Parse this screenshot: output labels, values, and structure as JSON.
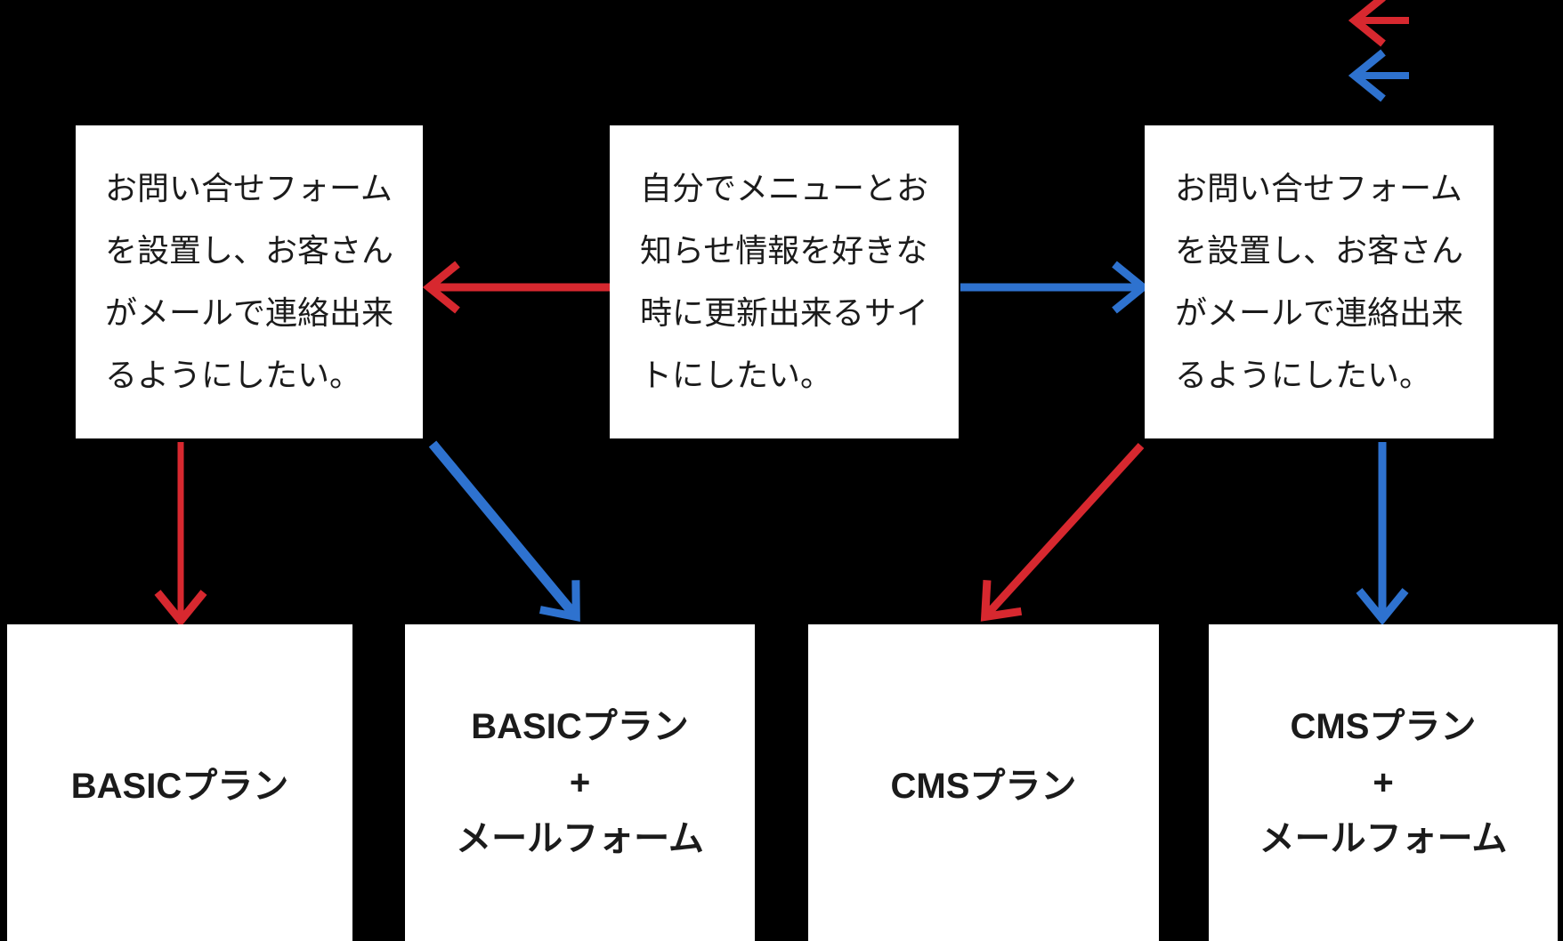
{
  "colors": {
    "background": "#000000",
    "box_fill": "#ffffff",
    "text": "#1b1b1b",
    "red": "#d7282f",
    "blue": "#2e72cf"
  },
  "legend": {
    "red_arrow_icon": "red-left-arrow",
    "blue_arrow_icon": "blue-left-arrow"
  },
  "boxes": {
    "top_left": {
      "lines": [
        "お問い合せフォーム",
        "を設置し、お客さん",
        "がメールで連絡出来",
        "るようにしたい。"
      ]
    },
    "top_center": {
      "lines": [
        "自分でメニューとお",
        "知らせ情報を好きな",
        "時に更新出来るサイ",
        "トにしたい。"
      ]
    },
    "top_right": {
      "lines": [
        "お問い合せフォーム",
        "を設置し、お客さん",
        "がメールで連絡出来",
        "るようにしたい。"
      ]
    },
    "plan_basic": {
      "label": "BASICプラン"
    },
    "plan_basic_mail": {
      "lines": [
        "BASICプラン",
        "+",
        "メールフォーム"
      ]
    },
    "plan_cms": {
      "label": "CMSプラン"
    },
    "plan_cms_mail": {
      "lines": [
        "CMSプラン",
        "+",
        "メールフォーム"
      ]
    }
  },
  "flow": [
    {
      "from": "top-center",
      "to": "top-left",
      "color": "red"
    },
    {
      "from": "top-center",
      "to": "top-right",
      "color": "blue"
    },
    {
      "from": "top-left",
      "to": "plan-basic",
      "color": "red"
    },
    {
      "from": "top-left",
      "to": "plan-basic-mail",
      "color": "blue"
    },
    {
      "from": "top-right",
      "to": "plan-cms",
      "color": "red"
    },
    {
      "from": "top-right",
      "to": "plan-cms-mail",
      "color": "blue"
    }
  ]
}
